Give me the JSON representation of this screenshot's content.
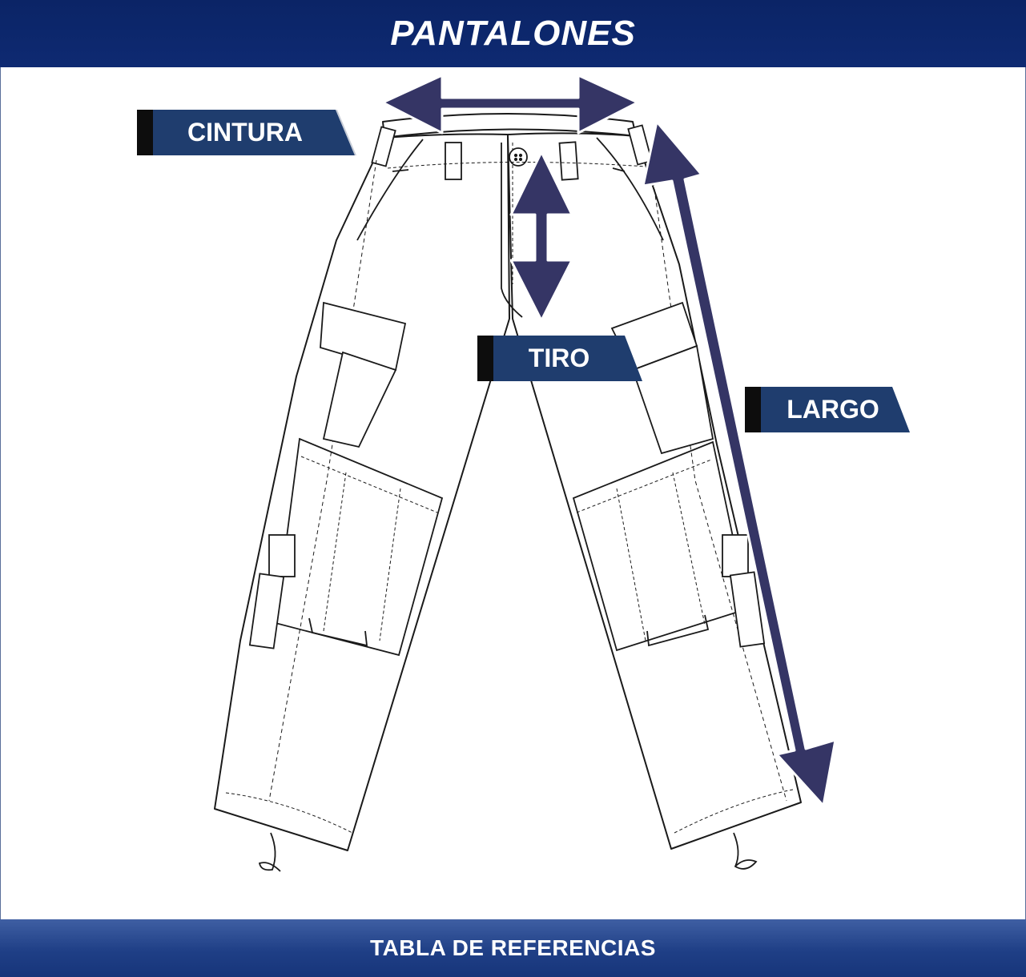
{
  "header": {
    "title": "PANTALONES"
  },
  "footer": {
    "title": "TABLA DE REFERENCIAS"
  },
  "labels": {
    "cintura": "CINTURA",
    "tiro": "TIRO",
    "largo": "LARGO"
  },
  "colors": {
    "header_bg": "#0e2a72",
    "footer_bg": "#1f3f86",
    "tag_bg": "#1f3d6e",
    "tag_bar": "#0d0d0d",
    "arrow": "#353565",
    "line": "#1a1a1a"
  },
  "icons": {
    "measure_arrow": "double-arrow-icon"
  }
}
